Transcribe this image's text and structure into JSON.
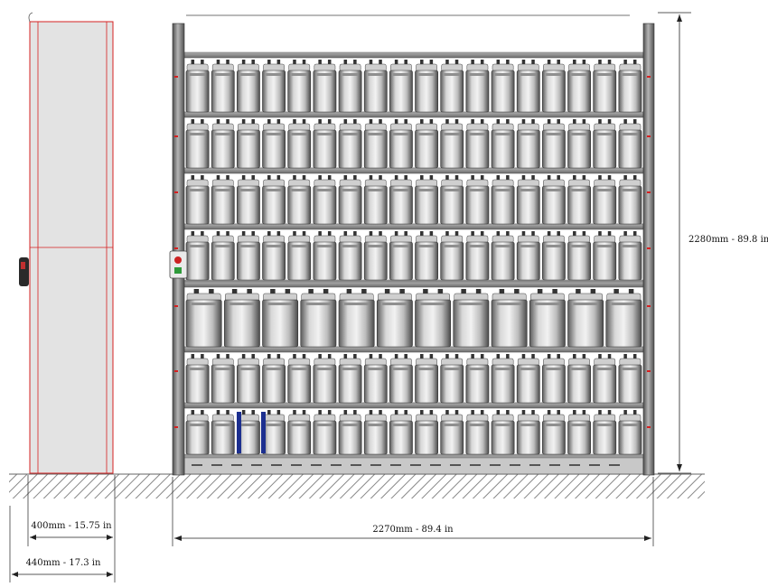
{
  "dimensions": {
    "height": "2280mm - 89.8 in",
    "width": "2270mm - 89.4 in",
    "depth_inner": "400mm - 15.75 in",
    "depth_outer": "440mm - 17.3 in"
  },
  "colors": {
    "frame": "#6f6f6f",
    "shelf": "#8a8a8a",
    "side_panel": "#e3e3e3",
    "outline_red": "#d62020",
    "handle": "#2a2a2a",
    "ground_hatch": "#888888",
    "cable": "#1c2f8f"
  },
  "icons": {
    "control_panel": "control-panel-icon",
    "handle": "handle-icon"
  }
}
